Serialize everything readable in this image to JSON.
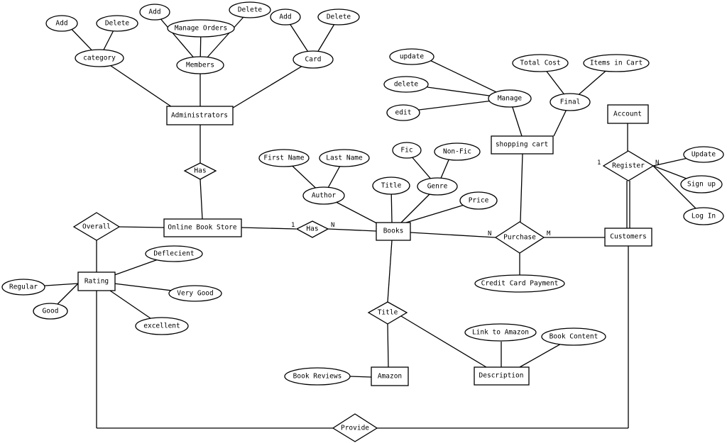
{
  "entities": {
    "administrators": "Administrators",
    "online_book_store": "Online Book Store",
    "books": "Books",
    "rating": "Rating",
    "amazon": "Amazon",
    "description": "Description",
    "shopping_cart": "shopping cart",
    "account": "Account",
    "customers": "Customers"
  },
  "relationships": {
    "admin_has": "Has",
    "overall": "Overall",
    "store_has": "Has",
    "title": "Title",
    "purchase": "Purchase",
    "register": "Register",
    "provide": "Provide"
  },
  "attributes": {
    "category": "category",
    "category_add": "Add",
    "category_delete": "Delete",
    "members": "Members",
    "members_add": "Add",
    "manage_orders": "Manage Orders",
    "members_delete": "Delete",
    "card": "Card",
    "card_add": "Add",
    "card_delete": "Delete",
    "update": "update",
    "delete": "delete",
    "edit": "edit",
    "manage": "Manage",
    "total_cost": "Total Cost",
    "items_in_cart": "Items in Cart",
    "final": "Final",
    "first_name": "First Name",
    "last_name": "Last Name",
    "author": "Author",
    "book_title": "Title",
    "fic": "Fic",
    "non_fic": "Non-Fic",
    "genre": "Genre",
    "price": "Price",
    "reg_update": "Update",
    "sign_up": "Sign up",
    "log_in": "Log In",
    "deficient": "Deflecient",
    "regular": "Regular",
    "very_good": "Very Good",
    "good": "Good",
    "excellent": "excellent",
    "credit_card_payment": "Credit Card Payment",
    "link_to_amazon": "Link to Amazon",
    "book_content": "Book Content",
    "book_reviews": "Book Reviews"
  },
  "cardinalities": {
    "store_has_left": "1",
    "store_has_right": "N",
    "purchase_left": "N",
    "purchase_right": "M",
    "register_left": "1",
    "register_right": "N"
  }
}
